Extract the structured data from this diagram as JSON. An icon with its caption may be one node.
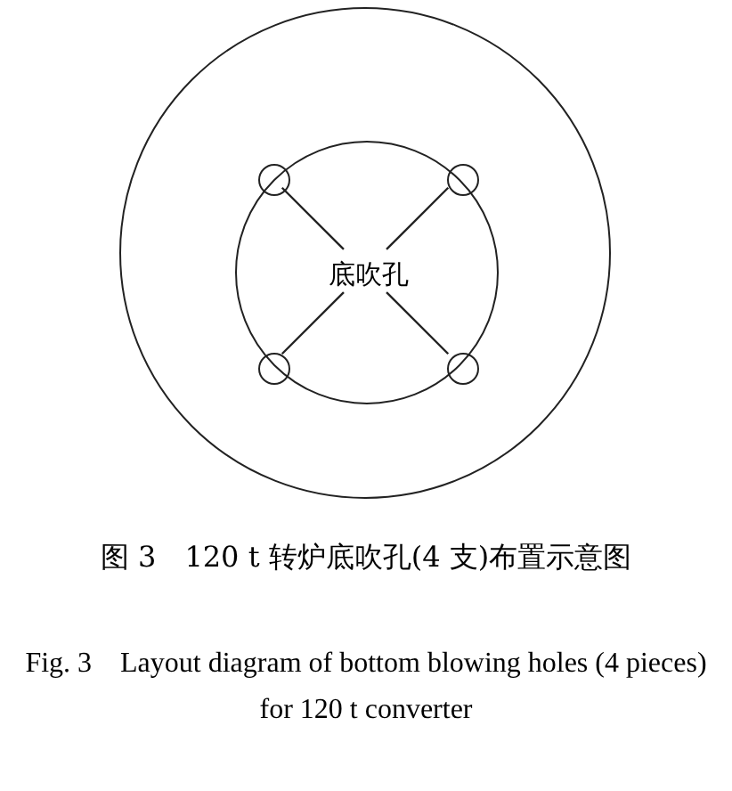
{
  "diagram": {
    "caption": "图 3　120 t 转炉底吹孔(4 支)布置示意图",
    "nodes": [
      {
        "text": [],
        "shape": "circle"
      },
      {
        "text": [],
        "shape": "circle",
        "in": 0
      },
      {
        "text": [
          "底吹孔"
        ],
        "in": 1
      },
      {
        "text": [],
        "shape": "circle",
        "in": 1
      },
      {
        "text": [],
        "shape": "circle",
        "in": 1
      },
      {
        "text": [],
        "shape": "circle",
        "in": 1
      },
      {
        "text": [],
        "shape": "circle",
        "in": 1
      }
    ],
    "edges": [
      {
        "from": 2,
        "to": 3,
        "arrow": "none"
      },
      {
        "from": 2,
        "to": 4,
        "arrow": "none"
      },
      {
        "from": 2,
        "to": 5,
        "arrow": "none"
      },
      {
        "from": 2,
        "to": 6,
        "arrow": "none"
      }
    ],
    "labels": [
      "Fig. 3　Layout diagram of bottom blowing holes (4 pieces) for 120 t converter"
    ]
  }
}
